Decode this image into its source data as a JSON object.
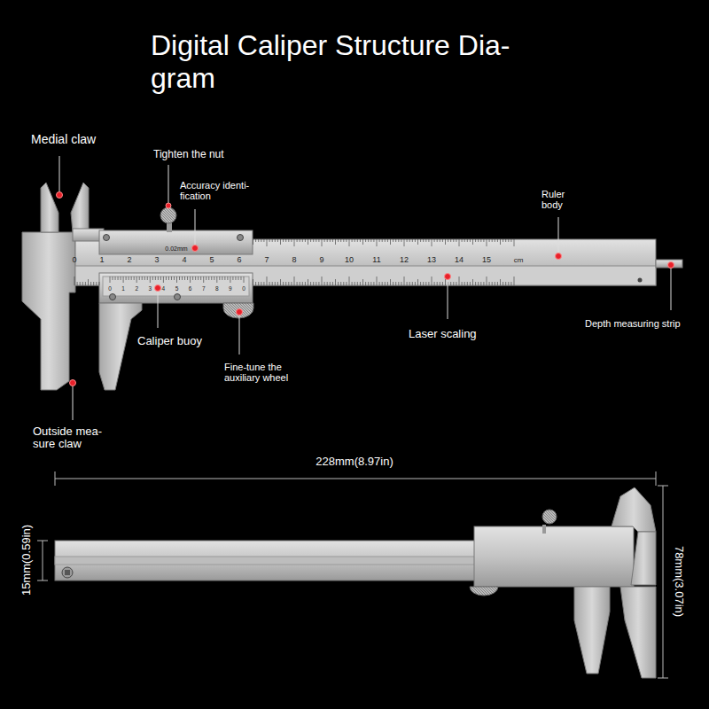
{
  "diagram": {
    "title": "Digital Caliper Structure Dia- gram",
    "labels": [
      "Medial claw",
      "Tighten the nut",
      "Accuracy identi- fication",
      "Ruler body",
      "0",
      "1",
      "2",
      "3",
      "4",
      "5",
      "6",
      "7",
      "8",
      "9",
      "10",
      "11",
      "12",
      "13",
      "14",
      "15",
      "cm",
      "0.02mm",
      "0",
      "1",
      "2",
      "3",
      "4",
      "5",
      "6",
      "7",
      "8",
      "9",
      "0",
      "Caliper buoy",
      "Laser scaling",
      "Depth measuring strip",
      "Fine-tune the auxiliary wheel",
      "Outside mea- sure claw",
      "228mm(8.97in)",
      "15mm(0.59in)",
      "78mm(3.07in)"
    ]
  }
}
